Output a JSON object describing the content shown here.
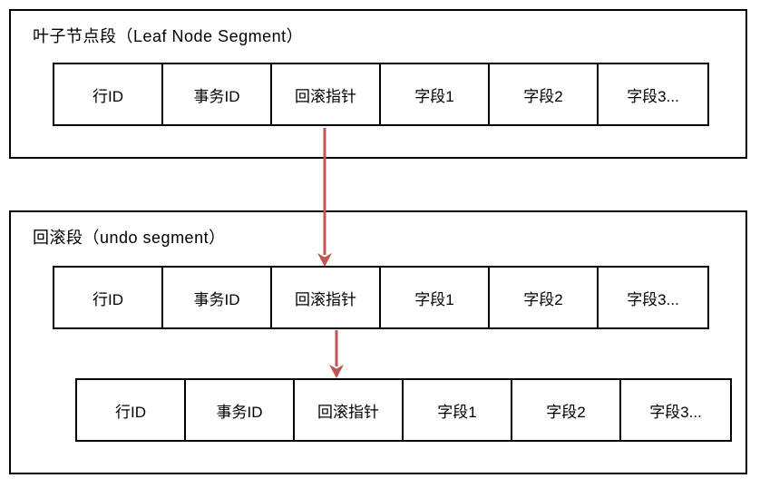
{
  "colors": {
    "arrow": "#c05450",
    "border": "#000000",
    "background": "#ffffff"
  },
  "leaf_segment": {
    "title": "叶子节点段（Leaf Node Segment）",
    "cells": [
      "行ID",
      "事务ID",
      "回滚指针",
      "字段1",
      "字段2",
      "字段3..."
    ]
  },
  "undo_segment": {
    "title": "回滚段（undo segment）",
    "row1": {
      "cells": [
        "行ID",
        "事务ID",
        "回滚指针",
        "字段1",
        "字段2",
        "字段3..."
      ]
    },
    "row2": {
      "cells": [
        "行ID",
        "事务ID",
        "回滚指针",
        "字段1",
        "字段2",
        "字段3..."
      ]
    }
  }
}
